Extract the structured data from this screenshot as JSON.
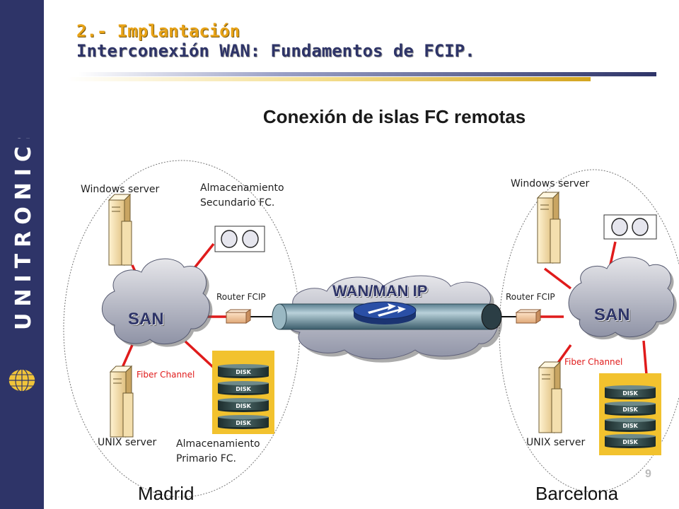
{
  "sidebar": {
    "brand": "UNITRONICS"
  },
  "header": {
    "title_line1": "2.- Implantación",
    "title_line2": "Interconexión WAN: Fundamentos de FCIP."
  },
  "heading": "Conexión de islas FC remotas",
  "left_site": {
    "city": "Madrid",
    "windows_server": "Windows server",
    "unix_server": "UNIX server",
    "secondary_storage_line1": "Almacenamiento",
    "secondary_storage_line2": "Secundario FC.",
    "primary_storage_line1": "Almacenamiento",
    "primary_storage_line2": "Primario FC.",
    "san": "SAN",
    "router": "Router FCIP",
    "fiber": "Fiber Channel",
    "disk_labels": [
      "DISK",
      "DISK",
      "DISK",
      "DISK"
    ]
  },
  "right_site": {
    "city": "Barcelona",
    "windows_server": "Windows server",
    "unix_server": "UNIX server",
    "san": "SAN",
    "router": "Router FCIP",
    "fiber": "Fiber Channel",
    "disk_labels": [
      "DISK",
      "DISK",
      "DISK",
      "DISK"
    ]
  },
  "wan": "WAN/MAN IP",
  "page_number": "9",
  "colors": {
    "navy": "#2e3468",
    "gold": "#e8a317",
    "red_link": "#e01b1b",
    "disk_tray": "#f2c22e"
  }
}
